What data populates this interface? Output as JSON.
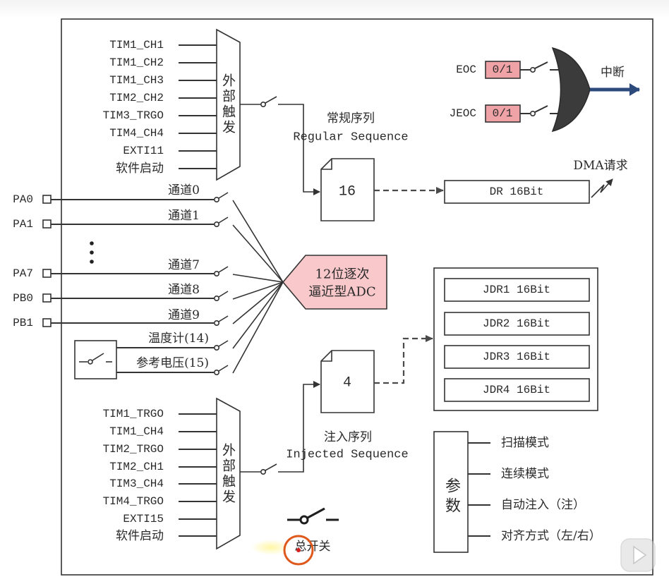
{
  "ext_trigger_label": "外部触发",
  "regular_triggers": [
    "TIM1_CH1",
    "TIM1_CH2",
    "TIM1_CH3",
    "TIM2_CH2",
    "TIM3_TRGO",
    "TIM4_CH4",
    "EXTI11",
    "软件启动"
  ],
  "injected_triggers": [
    "TIM1_TRGO",
    "TIM1_CH4",
    "TIM2_TRGO",
    "TIM2_CH1",
    "TIM3_CH4",
    "TIM4_TRGO",
    "EXTI15",
    "软件启动"
  ],
  "regular_sequence": {
    "label_cn": "常规序列",
    "label_en": "Regular Sequence",
    "length": "16"
  },
  "injected_sequence": {
    "label_cn": "注入序列",
    "label_en": "Injected Sequence",
    "length": "4"
  },
  "pins": [
    "PA0",
    "PA1",
    "PA7",
    "PB0",
    "PB1"
  ],
  "channels": [
    "通道0",
    "通道1",
    "通道7",
    "通道8",
    "通道9",
    "温度计(14)",
    "参考电压(15)"
  ],
  "adc": {
    "line1": "12位逐次",
    "line2": "逼近型ADC"
  },
  "data_register": "DR 16Bit",
  "dma_request": "DMA请求",
  "injected_registers": [
    "JDR1 16Bit",
    "JDR2 16Bit",
    "JDR3 16Bit",
    "JDR4 16Bit"
  ],
  "flags": [
    {
      "name": "EOC",
      "value": "0/1"
    },
    {
      "name": "JEOC",
      "value": "0/1"
    }
  ],
  "interrupt": "中断",
  "params": {
    "title": "参数",
    "items": [
      "扫描模式",
      "连续模式",
      "自动注入（注）",
      "对齐方式（左/右）"
    ]
  },
  "master_switch": "总开关",
  "icons": {
    "play": "play-icon"
  },
  "colors": {
    "adc_fill": "#f8c8ca",
    "flag_fill": "#f0a3a6",
    "gate_fill": "#3b3b3b",
    "interrupt_arrow": "#2c4a7c",
    "line": "#333333"
  }
}
